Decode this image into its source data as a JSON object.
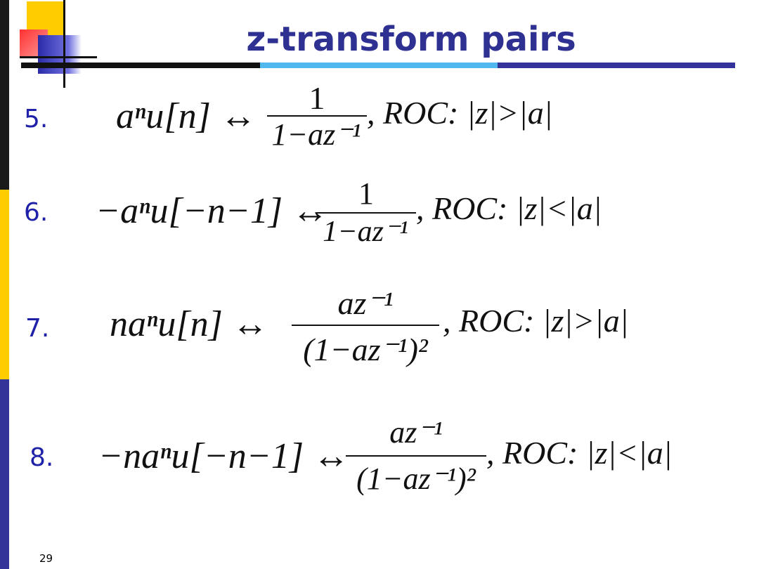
{
  "title": "z-transform pairs",
  "page_number": "29",
  "pairs": [
    {
      "number": "5.",
      "lhs": "aⁿu[n] ↔",
      "numerator": "1",
      "denominator": "1−az⁻¹",
      "roc": ", ROC: |z|>|a|"
    },
    {
      "number": "6.",
      "lhs": "−aⁿu[−n−1] ↔",
      "numerator": "1",
      "denominator": "1−az⁻¹",
      "roc": ", ROC: |z|<|a|"
    },
    {
      "number": "7.",
      "lhs": "naⁿu[n] ↔",
      "numerator": "az⁻¹",
      "denominator": "(1−az⁻¹)²",
      "roc": ", ROC: |z|>|a|"
    },
    {
      "number": "8.",
      "lhs": "−naⁿu[−n−1] ↔",
      "numerator": "az⁻¹",
      "denominator": "(1−az⁻¹)²",
      "roc": ", ROC: |z|<|a|"
    }
  ],
  "colors": {
    "title": "#2e3192",
    "left_bar_dark": "#1a1a1a",
    "left_bar_yellow": "#ffcc00",
    "left_bar_navy": "#333399",
    "rule_light_blue": "#4fb8ef"
  }
}
